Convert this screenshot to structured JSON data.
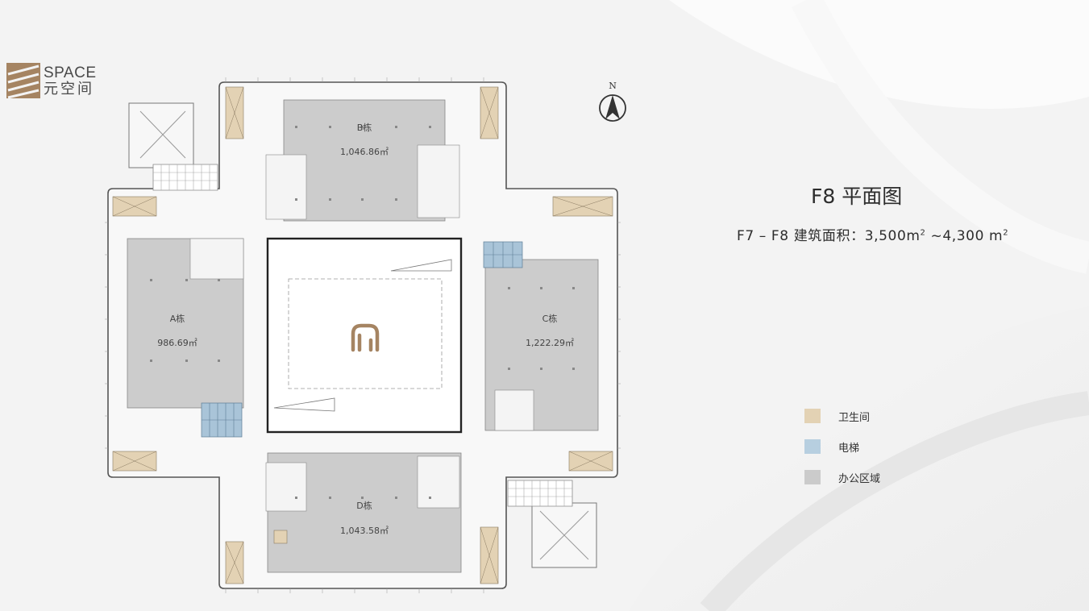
{
  "brand": {
    "name_en": "SPACE",
    "name_cn": "元空间"
  },
  "compass": {
    "label": "N"
  },
  "header": {
    "title": "F8 平面图",
    "subtitle_prefix": "F7 – F8 建筑面积：3,500m",
    "subtitle_mid": " ~4,300 m",
    "sup": "2"
  },
  "blocks": {
    "a": {
      "name": "A栋",
      "area": "986.69㎡"
    },
    "b": {
      "name": "B栋",
      "area": "1,046.86㎡"
    },
    "c": {
      "name": "C栋",
      "area": "1,222.29㎡"
    },
    "d": {
      "name": "D栋",
      "area": "1,043.58㎡"
    }
  },
  "legend": [
    {
      "label": "卫生间",
      "color": "#e3d2b4"
    },
    {
      "label": "电梯",
      "color": "#b7cfe0"
    },
    {
      "label": "办公区域",
      "color": "#cbcbcb"
    }
  ],
  "colors": {
    "office": "#cccccc",
    "toilet": "#e3d2b4",
    "elevator": "#a9c4d8",
    "wall": "#3a3a3a",
    "logo": "#a58462"
  }
}
